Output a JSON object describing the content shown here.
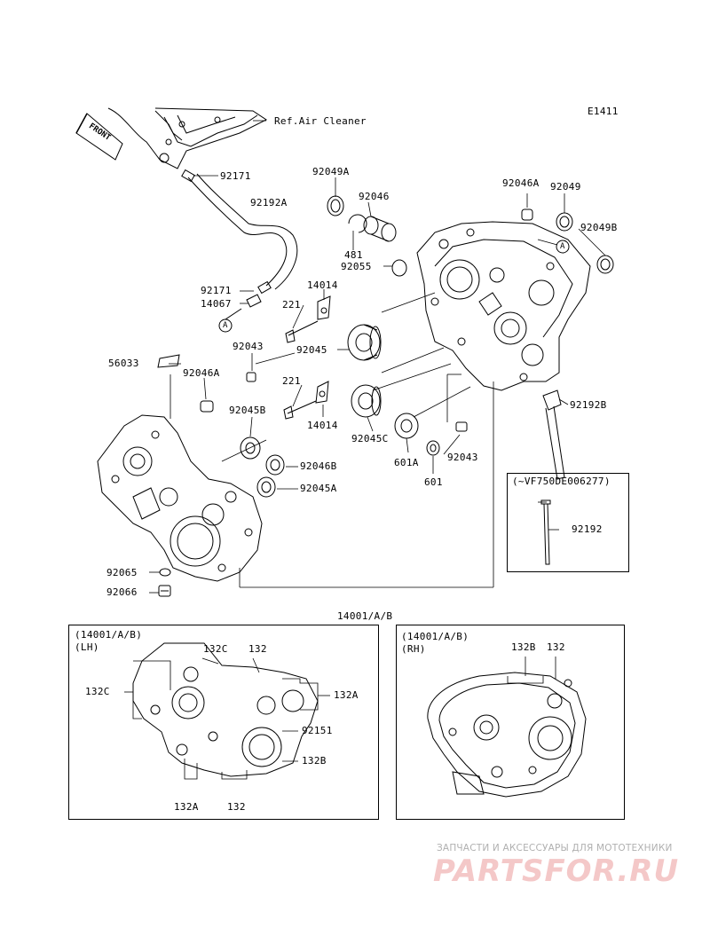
{
  "diagram_code": "E1411",
  "ref_air_cleaner": "Ref.Air Cleaner",
  "front_label": "FRONT",
  "ref_marker": "A",
  "parts": {
    "p92171_top": "92171",
    "p92192A": "92192A",
    "p92171_mid": "92171",
    "p14067": "14067",
    "p92049A": "92049A",
    "p92046": "92046",
    "p481": "481",
    "p92055": "92055",
    "p14014_top": "14014",
    "p221_top": "221",
    "p92045": "92045",
    "p92043_left": "92043",
    "p221_bottom": "221",
    "p14014_bottom": "14014",
    "p92045C": "92045C",
    "p601A": "601A",
    "p92043_right": "92043",
    "p601": "601",
    "p92046A_top": "92046A",
    "p92049": "92049",
    "p92049B": "92049B",
    "p92192B": "92192B",
    "p56033": "56033",
    "p92046A_left": "92046A",
    "p92045B": "92045B",
    "p92046B": "92046B",
    "p92045A": "92045A",
    "p92065": "92065",
    "p92066": "92066",
    "p14001": "14001/A/B",
    "p92192": "92192"
  },
  "serial_box": {
    "title": "(~VF750DE006277)"
  },
  "lh_box": {
    "title": "(14001/A/B)",
    "side": "(LH)",
    "labels": [
      "132C",
      "132",
      "132C",
      "132A",
      "92151",
      "132B",
      "132A",
      "132"
    ]
  },
  "rh_box": {
    "title": "(14001/A/B)",
    "side": "(RH)",
    "labels": [
      "132B",
      "132"
    ]
  },
  "watermark": {
    "line1": "ЗАПЧАСТИ И АКСЕССУАРЫ ДЛЯ МОТОТЕХНИКИ",
    "line2": "PARTSFOR.RU"
  }
}
